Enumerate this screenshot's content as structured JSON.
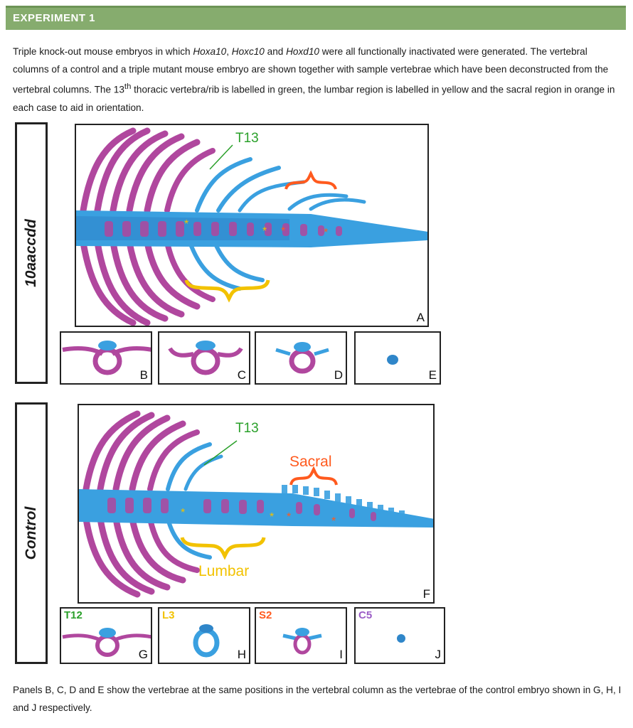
{
  "header": {
    "title": "EXPERIMENT 1"
  },
  "intro": {
    "p1": "Triple knock-out mouse embryos in which ",
    "gene1": "Hoxa10",
    "sep1": ", ",
    "gene2": "Hoxc10",
    "sep2": " and ",
    "gene3": "Hoxd10",
    "p2": " were all functionally inactivated were generated. The vertebral columns of a control and a triple mutant mouse embryo are shown together with sample vertebrae which have been deconstructed from the vertebral columns. The 13",
    "sup": "th",
    "p3": " thoracic vertebra/rib is labelled in green, the lumbar region is labelled in yellow and the sacral region in orange in each case to aid in orientation."
  },
  "mutant": {
    "row_label": "10aaccdd",
    "t13_label": "T13",
    "panel_letter": "A",
    "vertebra_panels": [
      "B",
      "C",
      "D",
      "E"
    ]
  },
  "control": {
    "row_label": "Control",
    "t13_label": "T13",
    "sacral_label": "Sacral",
    "lumbar_label": "Lumbar",
    "panel_letter": "F",
    "vertebra_panels": [
      "G",
      "H",
      "I",
      "J"
    ],
    "vertebra_labels": [
      "T12",
      "L3",
      "S2",
      "C5"
    ]
  },
  "colors": {
    "header": "#86ac6e",
    "thoracic": "#2aa02a",
    "lumbar": "#f2c200",
    "sacral": "#ff5a1e",
    "caudal": "#9a5cc6",
    "cartilage": "#3aa0e0",
    "bone": "#b0479e"
  },
  "footer": {
    "text": "Panels B, C, D and E show the vertebrae at the same positions in the vertebral column as the vertebrae of the control embryo shown in G, H, I and J respectively."
  }
}
